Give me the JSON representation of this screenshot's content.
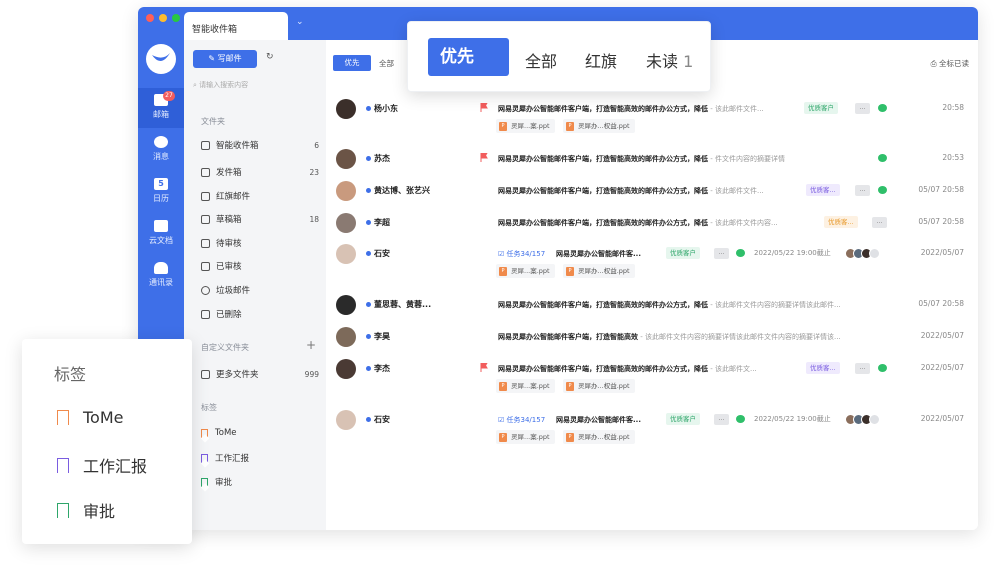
{
  "window": {
    "tab_title": "智能收件箱",
    "tab_chevron": "⌄"
  },
  "colors": {
    "accent": "#3e6fe8",
    "flag_red": "#f25d5d",
    "tag_orange": "#f08a4b",
    "tag_purple": "#7a5ce0",
    "tag_green": "#2ea66a"
  },
  "rail": {
    "items": [
      {
        "label": "邮箱",
        "icon": "mail-icon",
        "badge": "27"
      },
      {
        "label": "消息",
        "icon": "chat-icon"
      },
      {
        "label": "日历",
        "icon": "calendar-icon",
        "glyph": "5"
      },
      {
        "label": "云文档",
        "icon": "cloud-docs-icon"
      },
      {
        "label": "通讯录",
        "icon": "contacts-icon"
      }
    ]
  },
  "pane": {
    "compose_label": "写邮件",
    "search_placeholder": "请输入搜索内容",
    "folders_label": "文件夹",
    "folders": [
      {
        "name": "智能收件箱",
        "count": "6",
        "icon": "inbox-icon"
      },
      {
        "name": "发件箱",
        "count": "23",
        "icon": "send-icon"
      },
      {
        "name": "红旗邮件",
        "count": "",
        "icon": "flag-icon"
      },
      {
        "name": "草稿箱",
        "count": "18",
        "icon": "draft-icon"
      },
      {
        "name": "待审核",
        "count": "",
        "icon": "pending-review-icon"
      },
      {
        "name": "已审核",
        "count": "",
        "icon": "reviewed-icon"
      },
      {
        "name": "垃圾邮件",
        "count": "",
        "icon": "spam-icon"
      },
      {
        "name": "已删除",
        "count": "",
        "icon": "trash-icon"
      }
    ],
    "custom_label": "自定义文件夹",
    "more_folders": {
      "name": "更多文件夹",
      "count": "999"
    },
    "tags_label": "标签",
    "tags": [
      {
        "name": "ToMe",
        "color": "#f08a4b"
      },
      {
        "name": "工作汇报",
        "color": "#7a5ce0"
      },
      {
        "name": "审批",
        "color": "#2ea66a"
      }
    ]
  },
  "main": {
    "filter_active": "优先",
    "filter_all": "全部",
    "mark_all_read": "全标已读",
    "rows": [
      {
        "sender": "杨小东",
        "flag": true,
        "subject": "网易灵犀办公智能邮件客户端，打造智能高效的邮件办公方式，降低",
        "preview": " - 该此邮件文件...",
        "tags": [
          {
            "text": "优质客户",
            "kind": "green"
          }
        ],
        "more": "...",
        "wechat": true,
        "time": "20:58",
        "attachments": [
          "灵犀...案.ppt",
          "灵犀办...权益.ppt"
        ]
      },
      {
        "sender": "苏杰",
        "flag": true,
        "subject": "网易灵犀办公智能邮件客户端，打造智能高效的邮件办公方式，降低",
        "preview": " - 件文件内容的摘要详情",
        "tags": [],
        "wechat": true,
        "time": "20:53"
      },
      {
        "sender": "黄达博、张艺兴",
        "flag": false,
        "subject": "网易灵犀办公智能邮件客户端，打造智能高效的邮件办公方式，降低",
        "preview": " - 该此邮件文件...",
        "tags": [
          {
            "text": "优质客...",
            "kind": "purple"
          }
        ],
        "more": "...",
        "wechat": true,
        "time": "05/07 20:58"
      },
      {
        "sender": "李超",
        "flag": false,
        "subject": "网易灵犀办公智能邮件客户端，打造智能高效的邮件办公方式，降低",
        "preview": " - 该此邮件文件内容...",
        "tags": [
          {
            "text": "优质客...",
            "kind": "orange"
          }
        ],
        "more": "...",
        "wechat": false,
        "time": "05/07 20:58"
      },
      {
        "sender": "石安",
        "flag": false,
        "task": "任务34/157",
        "subject": "网易灵犀办公智能邮件客...",
        "preview": "",
        "tags": [
          {
            "text": "优质客户",
            "kind": "green"
          }
        ],
        "more": "...",
        "wechat": true,
        "deadline": "2022/05/22 19:00截止",
        "time": "2022/05/07",
        "attachments": [
          "灵犀...案.ppt",
          "灵犀办...权益.ppt"
        ]
      },
      {
        "sender": "董思蓉、黄蓉...",
        "flag": false,
        "subject": "网易灵犀办公智能邮件客户端，打造智能高效的邮件办公方式，降低",
        "preview": " - 该此邮件文件内容的摘要详情该此邮件...",
        "tags": [],
        "wechat": false,
        "time": "05/07 20:58"
      },
      {
        "sender": "李昊",
        "flag": false,
        "subject": "网易灵犀办公智能邮件客户端，打造智能高效",
        "preview": " - 该此邮件文件内容的摘要详情该此邮件文件内容的摘要详情该...",
        "tags": [],
        "wechat": false,
        "time": "2022/05/07"
      },
      {
        "sender": "李杰",
        "flag": true,
        "subject": "网易灵犀办公智能邮件客户端，打造智能高效的邮件办公方式，降低",
        "preview": " - 该此邮件文...",
        "tags": [
          {
            "text": "优质客...",
            "kind": "purple"
          }
        ],
        "more": "...",
        "wechat": true,
        "time": "2022/05/07",
        "attachments": [
          "灵犀...案.ppt",
          "灵犀办...权益.ppt"
        ]
      },
      {
        "sender": "石安",
        "flag": false,
        "task": "任务34/157",
        "subject": "网易灵犀办公智能邮件客...",
        "preview": "",
        "tags": [
          {
            "text": "优质客户",
            "kind": "green"
          }
        ],
        "more": "...",
        "wechat": true,
        "deadline": "2022/05/22 19:00截止",
        "time": "2022/05/07",
        "attachments": [
          "灵犀...案.ppt",
          "灵犀办...权益.ppt"
        ]
      }
    ]
  },
  "popup": {
    "active": "优先",
    "tabs": [
      "全部",
      "红旗",
      "未读"
    ],
    "unread_count": "1"
  },
  "tagcard": {
    "title": "标签",
    "items": [
      {
        "name": "ToMe",
        "color": "#f08a4b"
      },
      {
        "name": "工作汇报",
        "color": "#7a5ce0"
      },
      {
        "name": "审批",
        "color": "#2ea66a"
      }
    ]
  }
}
